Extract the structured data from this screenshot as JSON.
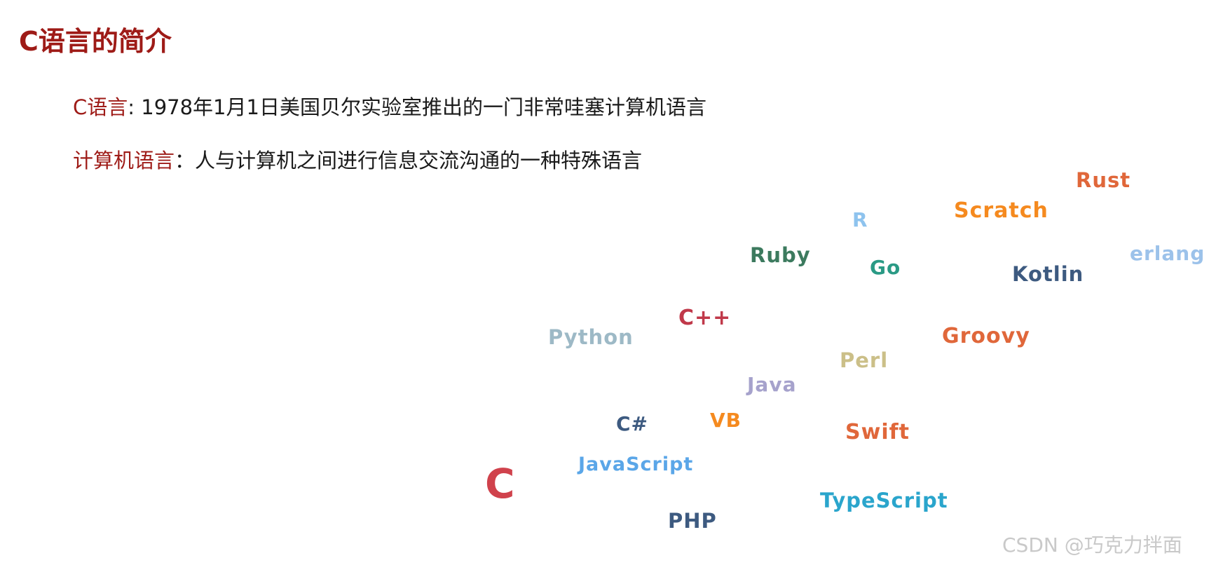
{
  "slide": {
    "title": "C语言的简介"
  },
  "definitions": [
    {
      "term": "C语言",
      "separator": ": ",
      "text": "1978年1月1日美国贝尔实验室推出的一门非常哇塞计算机语言"
    },
    {
      "term": "计算机语言",
      "separator": "：",
      "text": "人与计算机之间进行信息交流沟通的一种特殊语言"
    }
  ],
  "word_cloud": [
    {
      "text": "Rust",
      "color": "#e0673a"
    },
    {
      "text": "Scratch",
      "color": "#f58a1f"
    },
    {
      "text": "R",
      "color": "#8ec3ee"
    },
    {
      "text": "Ruby",
      "color": "#3c7a5e"
    },
    {
      "text": "Go",
      "color": "#2a9a85"
    },
    {
      "text": "Kotlin",
      "color": "#3d5a80"
    },
    {
      "text": "erlang",
      "color": "#9cc2ea"
    },
    {
      "text": "C++",
      "color": "#c0394a"
    },
    {
      "text": "Python",
      "color": "#9db9c6"
    },
    {
      "text": "Groovy",
      "color": "#e0673a"
    },
    {
      "text": "Perl",
      "color": "#cbbf88"
    },
    {
      "text": "Java",
      "color": "#a6a2cc"
    },
    {
      "text": "C#",
      "color": "#3d5a80"
    },
    {
      "text": "VB",
      "color": "#f58a1f"
    },
    {
      "text": "Swift",
      "color": "#e0673a"
    },
    {
      "text": "JavaScript",
      "color": "#5aa6e8"
    },
    {
      "text": "C",
      "color": "#d0424c"
    },
    {
      "text": "TypeScript",
      "color": "#2aa5cc"
    },
    {
      "text": "PHP",
      "color": "#3d5a80"
    }
  ],
  "watermark": "CSDN @巧克力拌面"
}
